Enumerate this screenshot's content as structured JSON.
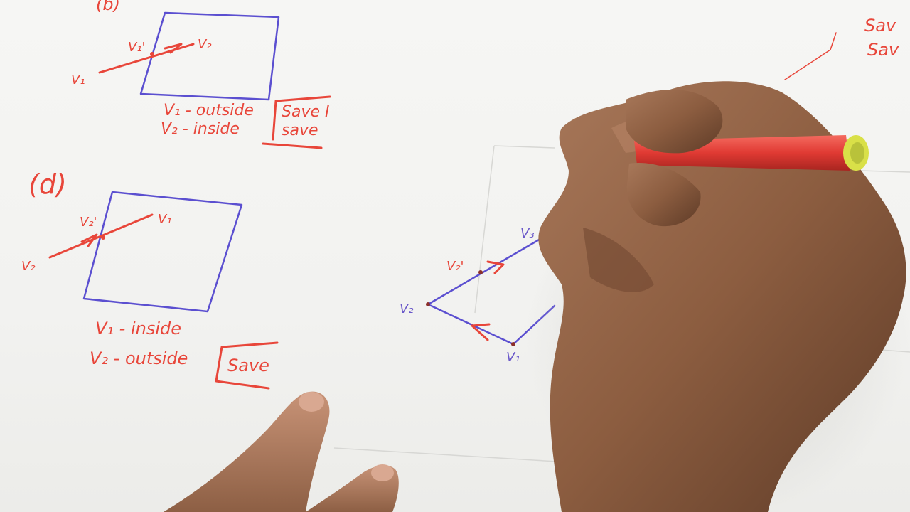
{
  "sheet": {
    "case_b": {
      "label": "(b)",
      "v1": "V₁",
      "v1_prime": "V₁'",
      "v2": "V₂",
      "note_line1": "V₁ - outside",
      "note_line2": "V₂ - inside",
      "result_line1": "Save I",
      "result_line2": "save"
    },
    "case_d": {
      "label": "(d)",
      "v1": "V₁",
      "v2_prime": "V₂'",
      "v2": "V₂",
      "note_line1": "V₁ - inside",
      "note_line2": "V₂ - outside",
      "result": "Save"
    },
    "top_right": {
      "line1": "Sav",
      "line2": "Sav"
    },
    "triangle": {
      "v1": "V₁",
      "v2": "V₂",
      "v3": "V₃",
      "v2_prime": "V₂'"
    }
  },
  "colors": {
    "pen_red": "#e8463a",
    "pen_blue": "#5b4fd0",
    "paper": "#f3f3f1",
    "skin": "#9a6a4a",
    "marker_body": "#e03a33",
    "marker_tip": "#d9e048"
  }
}
